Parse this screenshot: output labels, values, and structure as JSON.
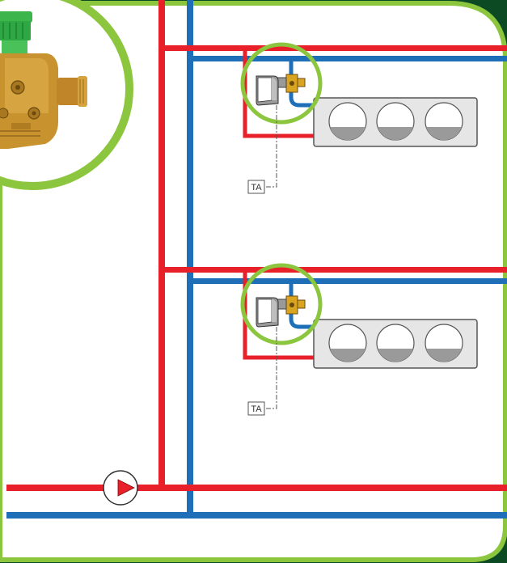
{
  "diagram": {
    "type": "hydraulic-schematic",
    "colors": {
      "supply_pipe": "#e8202a",
      "return_pipe": "#1e6fb8",
      "frame_dark_green": "#0b4a22",
      "highlight_green": "#8cc63f",
      "valve_brass": "#c8932e",
      "valve_cap_green": "#3cb54a",
      "actuator_grey": "#9a9a9a",
      "unit_body": "#e6e6e6",
      "fan_grey": "#9a9a9a"
    },
    "circuits": [
      {
        "id": "upper",
        "sensor_tag": "TA",
        "fan_count": 3
      },
      {
        "id": "lower",
        "sensor_tag": "TA",
        "fan_count": 3
      }
    ],
    "pump": {
      "icon": "circulator-pump-icon",
      "direction": "right"
    },
    "product_inset": {
      "icon": "balancing-valve-photo",
      "cap_color": "green"
    }
  }
}
